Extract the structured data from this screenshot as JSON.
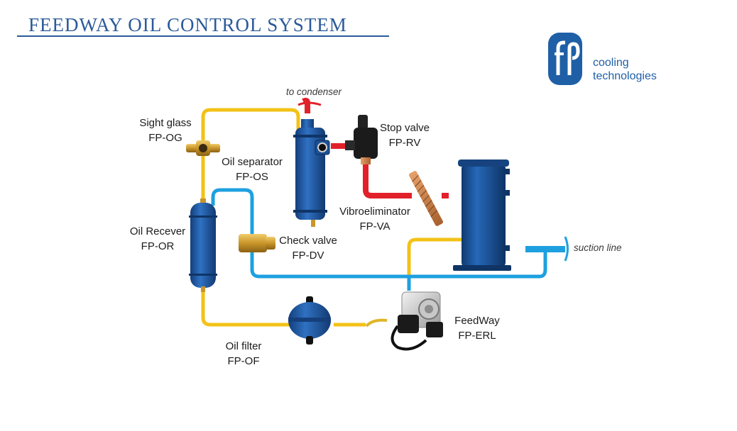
{
  "title": "FEEDWAY OIL CONTROL SYSTEM",
  "logo": {
    "mark": "fp",
    "line1": "cooling",
    "line2": "technologies"
  },
  "annotations": {
    "to_condenser": "to condenser",
    "suction_line": "suction line"
  },
  "components": {
    "sight_glass": {
      "name": "Sight glass",
      "code": "FP-OG"
    },
    "oil_separator": {
      "name": "Oil separator",
      "code": "FP-OS"
    },
    "stop_valve": {
      "name": "Stop valve",
      "code": "FP-RV"
    },
    "vibroeliminator": {
      "name": "Vibroeliminator",
      "code": "FP-VA"
    },
    "oil_receiver": {
      "name": "Oil Recever",
      "code": "FP-OR"
    },
    "check_valve": {
      "name": "Check valve",
      "code": "FP-DV"
    },
    "oil_filter": {
      "name": "Oil filter",
      "code": "FP-OF"
    },
    "feedway": {
      "name": "FeedWay",
      "code": "FP-ERL"
    }
  },
  "colors": {
    "title": "#2b5a9a",
    "pipe_yellow": "#f2c217",
    "pipe_blue": "#1ea0e0",
    "pipe_red": "#e2202a",
    "vessel_blue": "#1f5aa8",
    "brass": "#c9962a",
    "logo_blue": "#1f5fa6"
  }
}
